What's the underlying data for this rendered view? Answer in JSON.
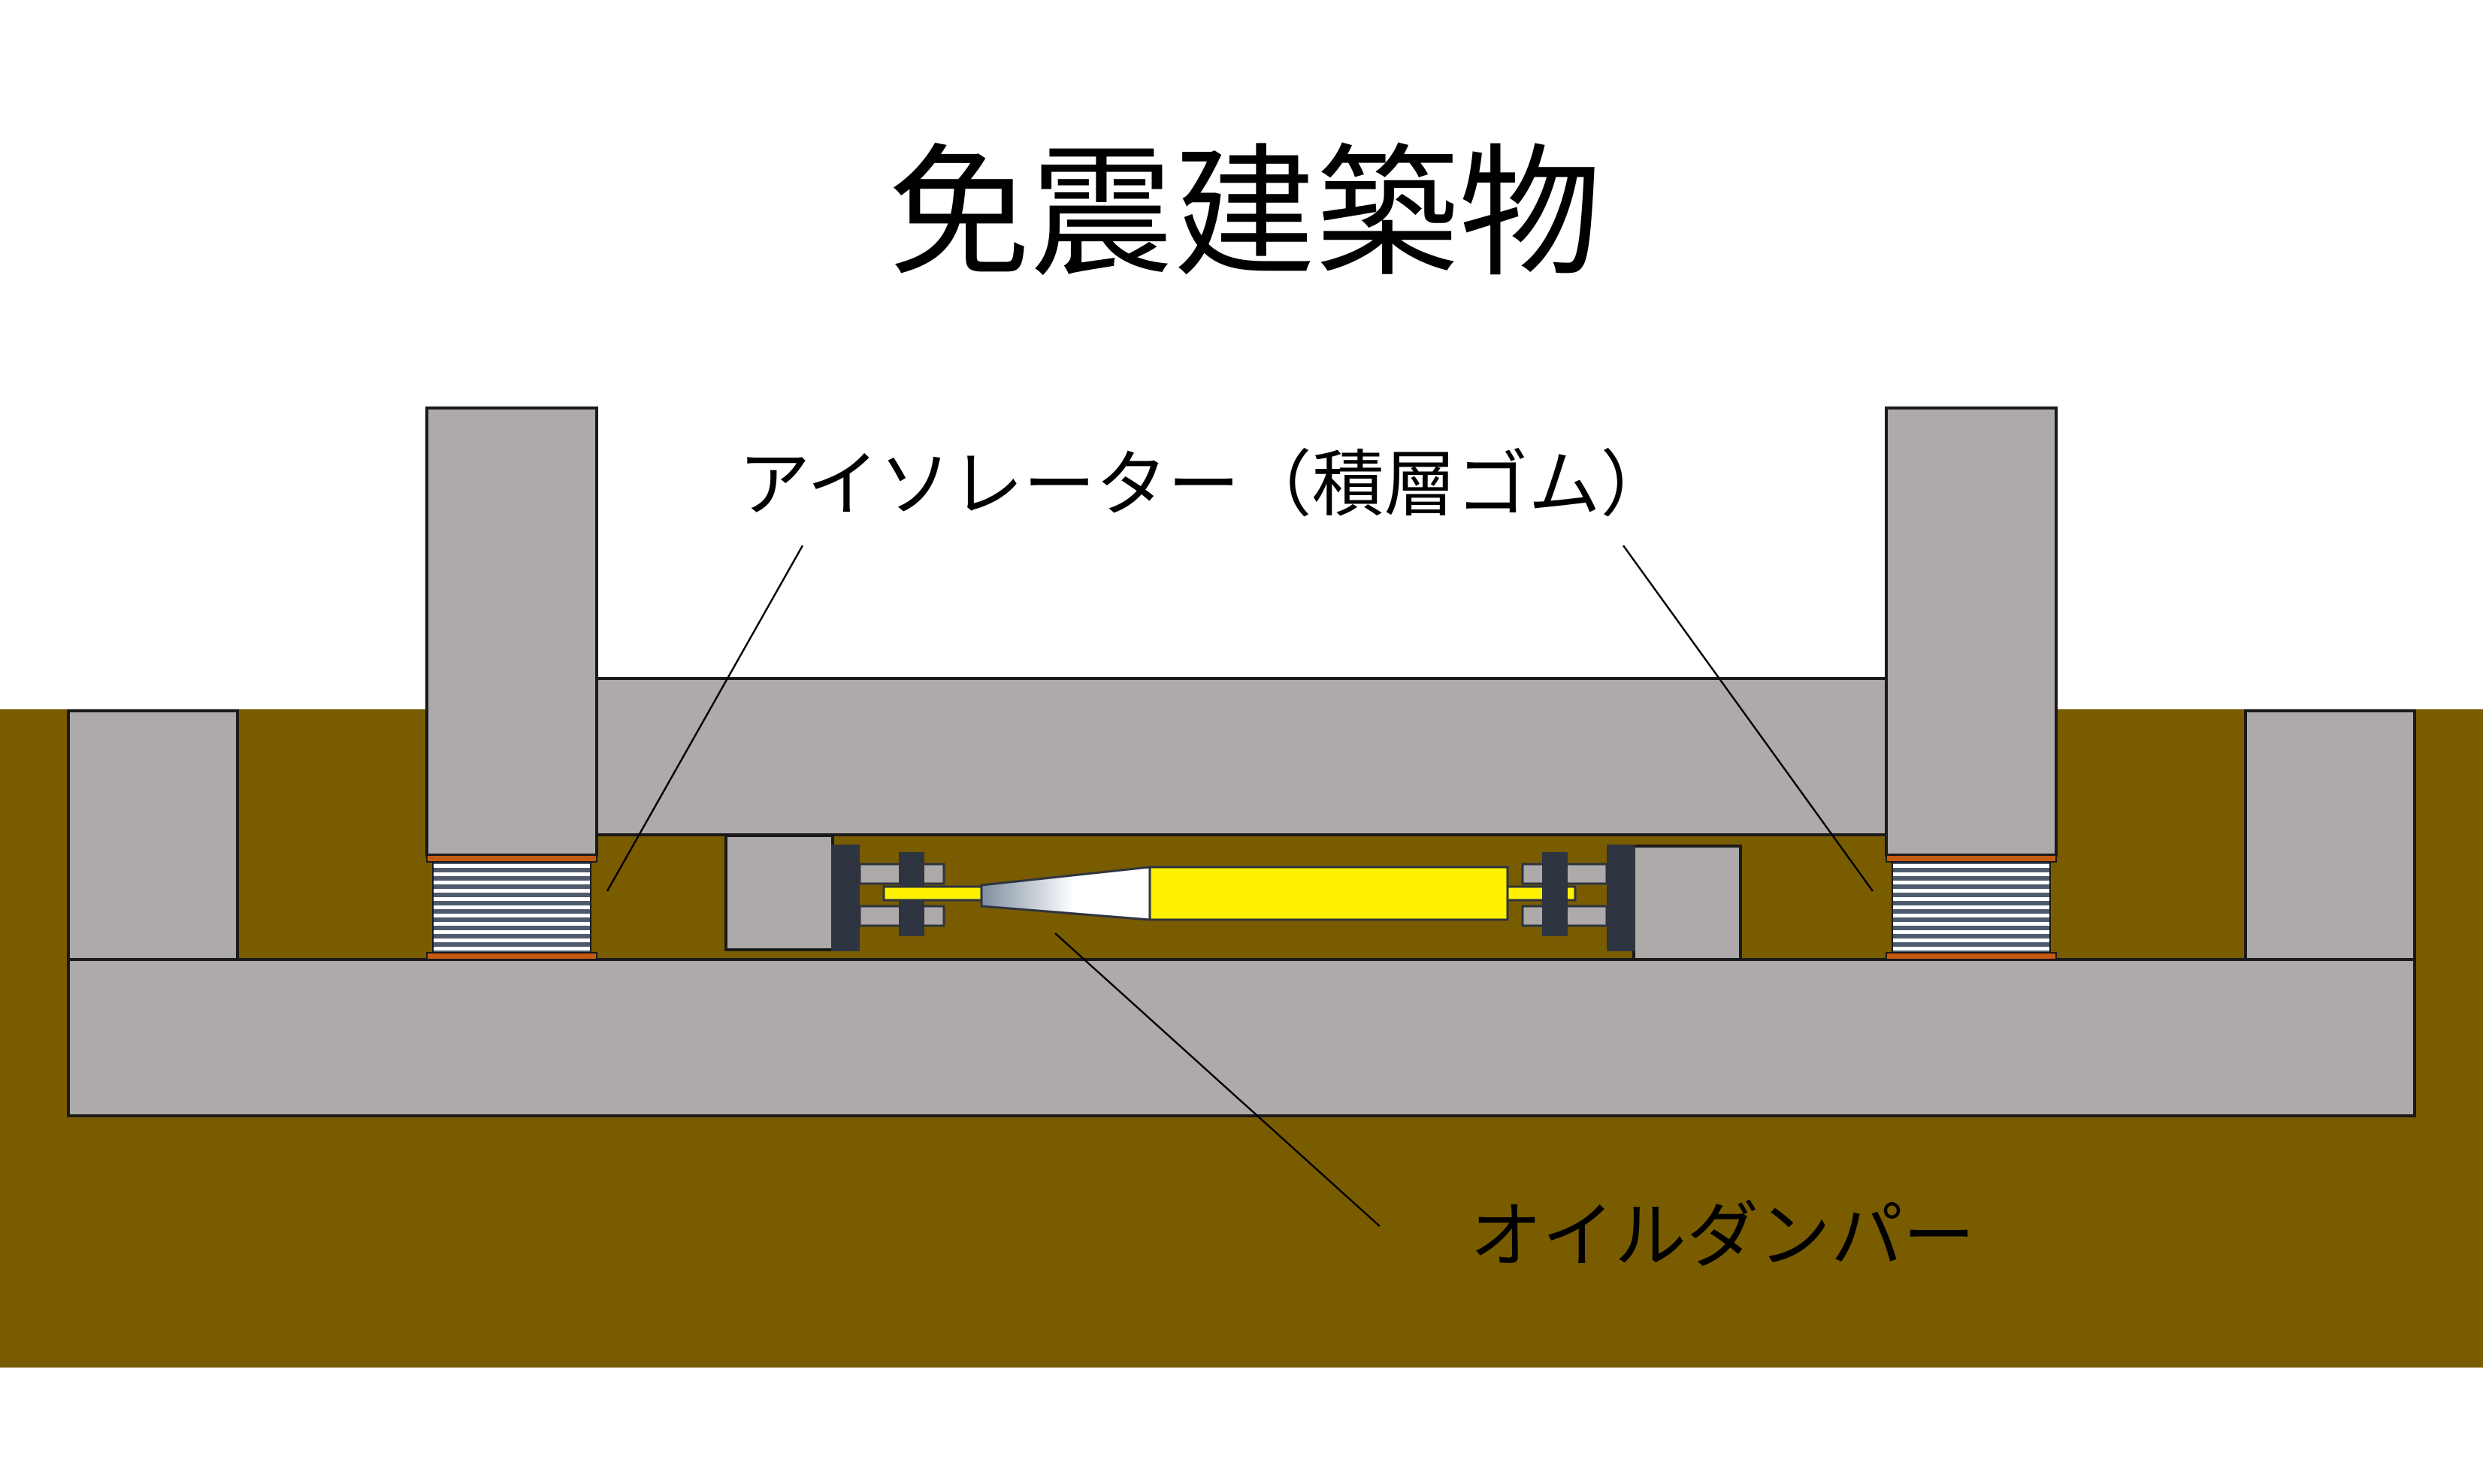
{
  "title": "免震建築物",
  "labels": {
    "isolator": "アイソレーター（積層ゴム）",
    "oil_damper": "オイルダンパー"
  },
  "colors": {
    "ground": "#7A5C00",
    "concrete": "#AEAAAA",
    "outline": "#1a1a1a",
    "rubber_layers": "#4F5A6E",
    "steel_plate": "#C55A11",
    "damper_rod": "#FFF200",
    "damper_bracket": "#2E3440",
    "damper_cone_light": "#FFFFFF",
    "damper_cone_dark": "#8E9AA8"
  }
}
